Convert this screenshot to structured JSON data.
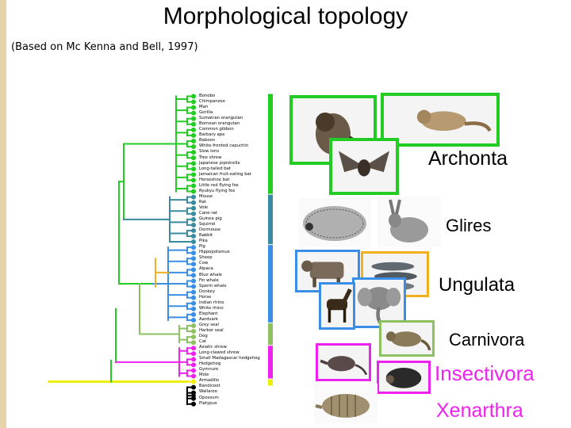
{
  "title": "Morphological topology",
  "subtitle": "(Based on Mc Kenna and Bell, 1997)",
  "colors": {
    "archonta": "#22cc22",
    "glires": "#3a8aa0",
    "ungulata": "#3a8ee8",
    "carnivora": "#8cc060",
    "insectivora": "#ee22ee",
    "xenarthra": "#eeee00",
    "monotremes": "#000000",
    "trunk": "#22cc22"
  },
  "taxa": [
    "Bonobo",
    "Chimpanzee",
    "Man",
    "Gorilla",
    "Sumatran orangutan",
    "Bornean orangutan",
    "Common gibbon",
    "Barbary ape",
    "Baboon",
    "White-fronted capuchin",
    "Slow loris",
    "Tree shrew",
    "Japanese pipistrelle",
    "Long-tailed bat",
    "Jamaican fruit-eating bat",
    "Horseshoe bat",
    "Little red flying fox",
    "Ryukyu flying fox",
    "Mouse",
    "Rat",
    "Vole",
    "Cane-rat",
    "Guinea pig",
    "Squirrel",
    "Dormouse",
    "Rabbit",
    "Pika",
    "Pig",
    "Hippopotamus",
    "Sheep",
    "Cow",
    "Alpaca",
    "Blue whale",
    "Fin whale",
    "Sperm whale",
    "Donkey",
    "Horse",
    "Indian rhino",
    "White rhino",
    "Elephant",
    "Aardvark",
    "Grey seal",
    "Harbor seal",
    "Dog",
    "Cat",
    "Asiatic shrew",
    "Long-clawed shrew",
    "Small Madagascar hedgehog",
    "Hedgehog",
    "Gymnure",
    "Mole",
    "Armadillo",
    "Bandicoot",
    "Wallaroo",
    "Opossum",
    "Platypus"
  ],
  "clades": [
    {
      "name": "Archonta",
      "color": "#22cc22",
      "first": 0,
      "last": 17
    },
    {
      "name": "Glires",
      "color": "#3a8aa0",
      "first": 18,
      "last": 26
    },
    {
      "name": "Ungulata",
      "color": "#3a8ee8",
      "first": 27,
      "last": 40
    },
    {
      "name": "Carnivora",
      "color": "#8cc060",
      "first": 41,
      "last": 44
    },
    {
      "name": "Insectivora",
      "color": "#ee22ee",
      "first": 45,
      "last": 50
    },
    {
      "name": "Xenarthra",
      "color": "#eeee00",
      "first": 51,
      "last": 51
    }
  ],
  "images": [
    {
      "name": "lemur-photo",
      "frame": "#22cc22"
    },
    {
      "name": "bushbaby-photo",
      "frame": "#22cc22"
    },
    {
      "name": "bat-photo",
      "frame": "#22cc22"
    },
    {
      "name": "hedgehog-sketch",
      "frame": ""
    },
    {
      "name": "rabbit-sketch",
      "frame": ""
    },
    {
      "name": "cow-photo",
      "frame": "#3a8ee8"
    },
    {
      "name": "dolphins-photo",
      "frame": "#f0b020"
    },
    {
      "name": "elephant-photo",
      "frame": "#3a8ee8"
    },
    {
      "name": "horse-photo",
      "frame": "#3a8ee8"
    },
    {
      "name": "civet-photo",
      "frame": "#8cc060"
    },
    {
      "name": "shrew-photo",
      "frame": "#ee22ee"
    },
    {
      "name": "tenrec-photo",
      "frame": "#ee22ee"
    },
    {
      "name": "armadillo-photo",
      "frame": ""
    }
  ]
}
